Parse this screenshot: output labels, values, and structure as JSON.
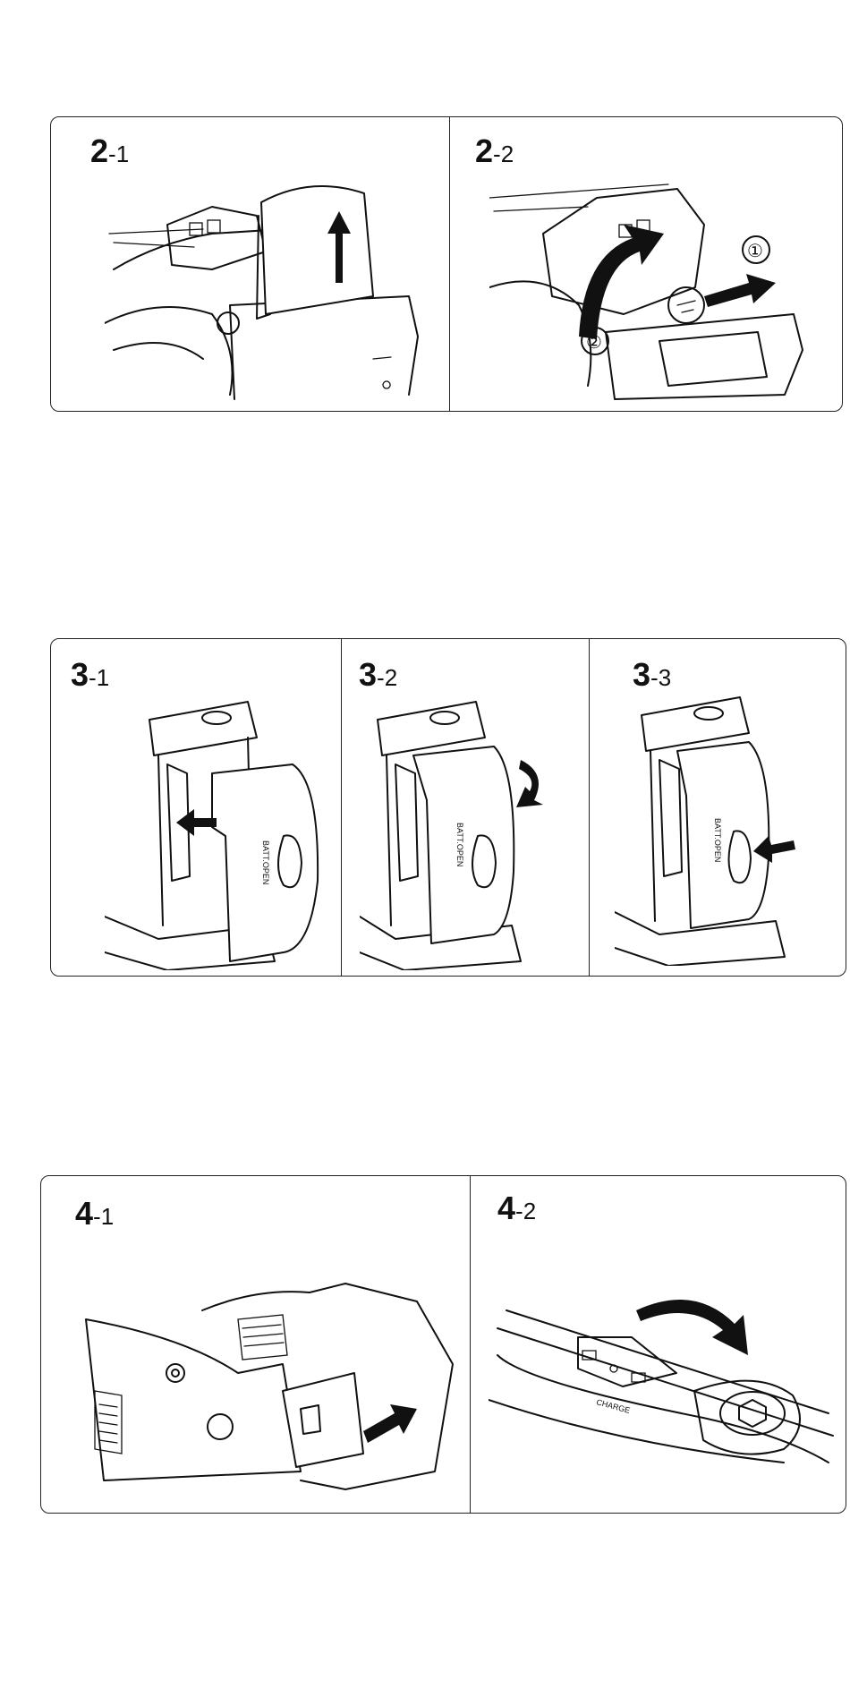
{
  "rows": [
    {
      "panels": [
        {
          "step_main": "2",
          "step_sub": "-1"
        },
        {
          "step_main": "2",
          "step_sub": "-2",
          "callouts": [
            "①",
            "②"
          ]
        }
      ]
    },
    {
      "panels": [
        {
          "step_main": "3",
          "step_sub": "-1",
          "label": "BATT.OPEN"
        },
        {
          "step_main": "3",
          "step_sub": "-2",
          "label": "BATT.OPEN"
        },
        {
          "step_main": "3",
          "step_sub": "-3",
          "label": "BATT.OPEN"
        }
      ]
    },
    {
      "panels": [
        {
          "step_main": "4",
          "step_sub": "-1"
        },
        {
          "step_main": "4",
          "step_sub": "-2",
          "label": "CHARGE"
        }
      ]
    }
  ],
  "icons": [
    "up-arrow-icon",
    "curved-arrow-icon",
    "right-arrow-icon",
    "left-arrow-icon"
  ]
}
